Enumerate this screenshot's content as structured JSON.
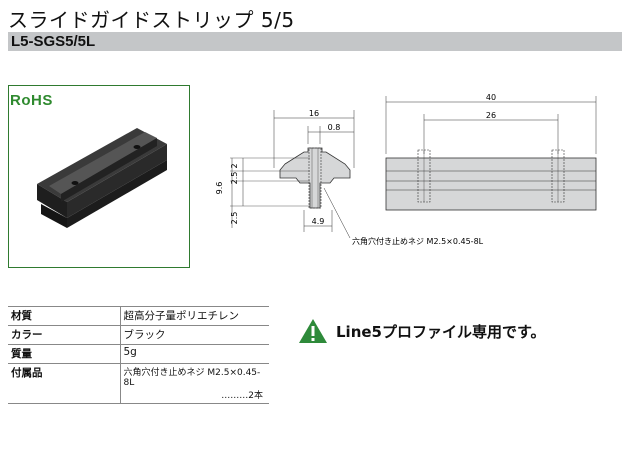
{
  "title": "スライドガイドストリップ 5/5",
  "model": "L5-SGS5/5L",
  "badge": "RoHS",
  "drawing": {
    "dim_16": "16",
    "dim_0_8": "0.8",
    "dim_2": "2",
    "dim_9_6": "9.6",
    "dim_2_5a": "2.5",
    "dim_2_5b": "2.5",
    "dim_4_9": "4.9",
    "dim_40": "40",
    "dim_26": "26",
    "screw_label": "六角穴付き止めネジ M2.5×0.45-8L"
  },
  "specs": [
    {
      "key": "材質",
      "value": "超高分子量ポリエチレン"
    },
    {
      "key": "カラー",
      "value": "ブラック"
    },
    {
      "key": "質量",
      "value": "5g"
    },
    {
      "key": "付属品",
      "value": "六角穴付き止めネジ M2.5×0.45-8L",
      "value2": "………2本"
    }
  ],
  "notice": "Line5プロファイル専用です。",
  "colors": {
    "header_bar": "#c4c6c8",
    "rohs_green": "#2f8a2f",
    "warning_green": "#2e8a3a",
    "part_gray": "#d6d7d8"
  },
  "icons": {
    "warning": "warning-triangle-icon"
  }
}
